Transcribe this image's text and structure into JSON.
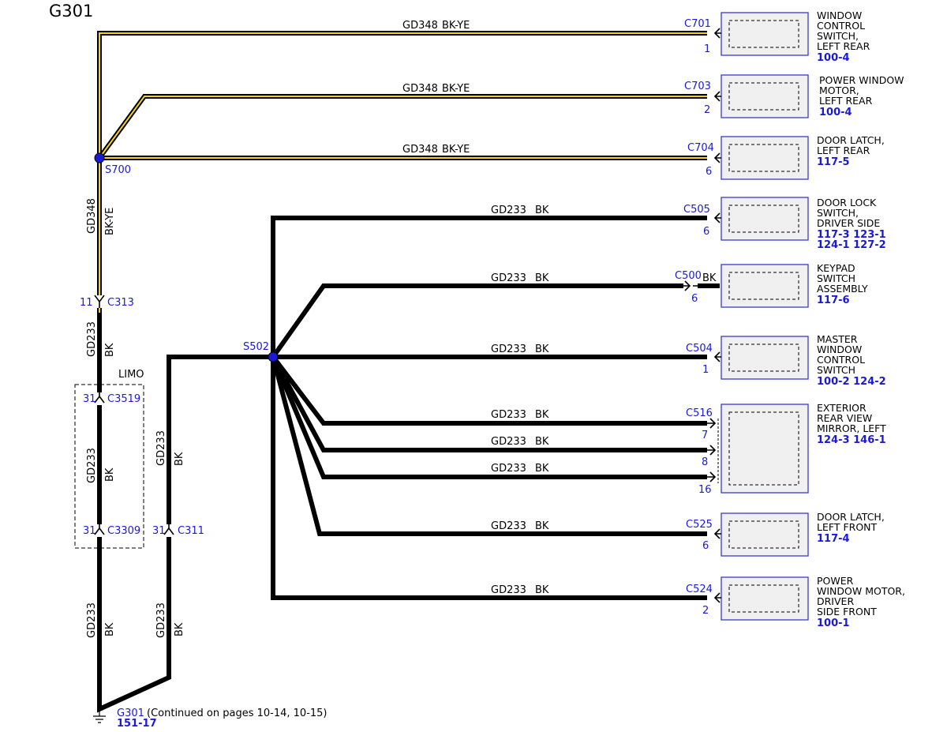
{
  "page_title": "G301",
  "colors": {
    "wire": "#000000",
    "wire_stripe": "#f2d21a",
    "label_blue": "#1a1ad6",
    "splice": "#1a1ad6",
    "component_border": "#3a3ad0",
    "component_fill": "#f0f0f0"
  },
  "wires": {
    "top_circuit": "GD348",
    "top_color": "BK-YE",
    "bottom_circuit": "GD233",
    "bottom_color": "BK"
  },
  "splices": {
    "s700": "S700",
    "s502": "S502"
  },
  "inline_connectors": {
    "c313": {
      "name": "C313",
      "pin": "11"
    },
    "c3519": {
      "name": "C3519",
      "pin": "31"
    },
    "c3309": {
      "name": "C3309",
      "pin": "31"
    },
    "c311": {
      "name": "C311",
      "pin": "31"
    },
    "limo_label": "LIMO"
  },
  "components": [
    {
      "connector": "C701",
      "pins": [
        "1"
      ],
      "desc": [
        "WINDOW",
        "CONTROL",
        "SWITCH,",
        "LEFT REAR"
      ],
      "refs": [
        "100-4"
      ]
    },
    {
      "connector": "C703",
      "pins": [
        "2"
      ],
      "desc": [
        "POWER WINDOW",
        "MOTOR,",
        "LEFT REAR"
      ],
      "refs": [
        "100-4"
      ]
    },
    {
      "connector": "C704",
      "pins": [
        "6"
      ],
      "desc": [
        "DOOR LATCH,",
        "LEFT REAR"
      ],
      "refs": [
        "117-5"
      ]
    },
    {
      "connector": "C505",
      "pins": [
        "6"
      ],
      "desc": [
        "DOOR LOCK",
        "SWITCH,",
        "DRIVER SIDE"
      ],
      "refs": [
        "117-3 123-1",
        "124-1 127-2"
      ]
    },
    {
      "connector": "C500",
      "pins": [
        "6"
      ],
      "pigtail_color": "BK",
      "desc": [
        "KEYPAD",
        "SWITCH",
        "ASSEMBLY"
      ],
      "refs": [
        "117-6"
      ]
    },
    {
      "connector": "C504",
      "pins": [
        "1"
      ],
      "desc": [
        "MASTER",
        "WINDOW",
        "CONTROL",
        "SWITCH"
      ],
      "refs": [
        "100-2 124-2"
      ]
    },
    {
      "connector": "C516",
      "pins": [
        "7",
        "8",
        "16"
      ],
      "desc": [
        "EXTERIOR",
        "REAR VIEW",
        "MIRROR, LEFT"
      ],
      "refs": [
        "124-3 146-1"
      ]
    },
    {
      "connector": "C525",
      "pins": [
        "6"
      ],
      "desc": [
        "DOOR LATCH,",
        "LEFT FRONT"
      ],
      "refs": [
        "117-4"
      ]
    },
    {
      "connector": "C524",
      "pins": [
        "2"
      ],
      "desc": [
        "POWER",
        "WINDOW MOTOR,",
        "DRIVER",
        "SIDE FRONT"
      ],
      "refs": [
        "100-1"
      ]
    }
  ],
  "ground": {
    "name": "G301",
    "ref": "151-17",
    "note": "(Continued on pages 10-14, 10-15)"
  }
}
